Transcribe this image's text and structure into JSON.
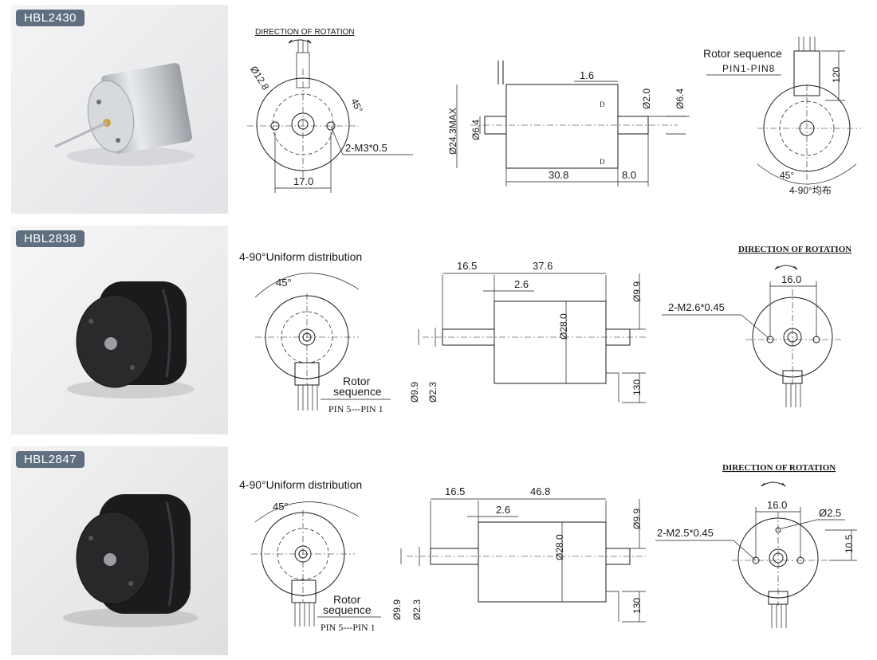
{
  "rows": [
    {
      "model": "HBL2430",
      "front": {
        "title": "DIRECTION OF ROTATION",
        "dia": "Ø12.8",
        "angle": "45°",
        "thread": "2-M3*0.5",
        "width": "17.0"
      },
      "side": {
        "d1": "1.6",
        "d2": "Ø2.0",
        "d3": "Ø6.4",
        "d4": "Ø24.3MAX",
        "d5": "Ø6.4",
        "len": "30.8",
        "shaft": "8.0"
      },
      "back": {
        "title": "Rotor sequence",
        "pins": "PIN1-PIN8",
        "h": "120",
        "angle": "45°",
        "dist": "4-90°均布"
      }
    },
    {
      "model": "HBL2838",
      "front": {
        "title": "4-90°Uniform distribution",
        "angle": "45°",
        "seq1": "Rotor",
        "seq2": "sequence",
        "pins": "PIN 5---PIN 1"
      },
      "side": {
        "d1": "16.5",
        "d2": "37.6",
        "d3": "2.6",
        "d4": "Ø9.9",
        "d5": "Ø28.0",
        "d6": "Ø9.9",
        "d7": "Ø2.3",
        "d8": "130"
      },
      "back": {
        "title": "DIRECTION OF ROTATION",
        "width": "16.0",
        "thread": "2-M2.6*0.45"
      }
    },
    {
      "model": "HBL2847",
      "front": {
        "title": "4-90°Uniform distribution",
        "angle": "45°",
        "seq1": "Rotor",
        "seq2": "sequence",
        "pins": "PIN 5---PIN 1"
      },
      "side": {
        "d1": "16.5",
        "d2": "46.8",
        "d3": "2.6",
        "d4": "Ø9.9",
        "d5": "Ø28.0",
        "d6": "Ø9.9",
        "d7": "Ø2.3",
        "d8": "130"
      },
      "back": {
        "title": "DIRECTION OF ROTATION",
        "width": "16.0",
        "dia": "Ø2.5",
        "thread": "2-M2.5*0.45",
        "h": "10.5"
      }
    }
  ],
  "colors": {
    "badge": "#5f6f80",
    "silver_motor": "#c9ccd0",
    "black_motor": "#1b1b1d"
  }
}
